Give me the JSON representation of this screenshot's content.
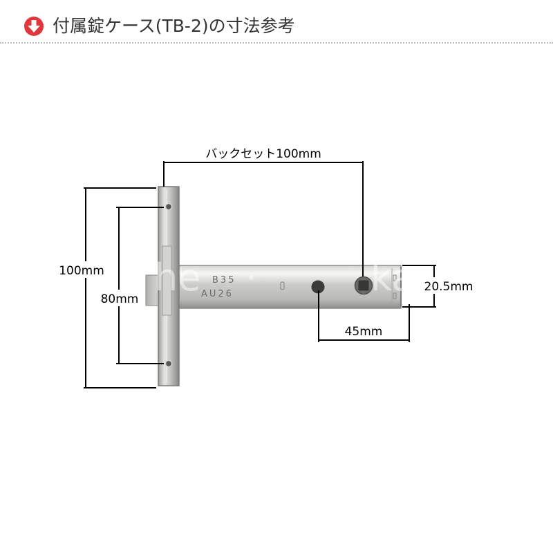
{
  "header": {
    "title": "付属錠ケース(TB-2)の寸法参考",
    "icon": "red-circle-down-arrow-icon",
    "accent_color": "#e0363c"
  },
  "product": {
    "stamp_line1": "B35",
    "stamp_line2": "AU26",
    "watermark_left": "The",
    "watermark_right": "kagi堂"
  },
  "dimensions": {
    "backset": "バックセット100mm",
    "faceplate_height": "100mm",
    "screw_pitch": "80mm",
    "hole_spacing": "45mm",
    "body_height": "20.5mm"
  }
}
